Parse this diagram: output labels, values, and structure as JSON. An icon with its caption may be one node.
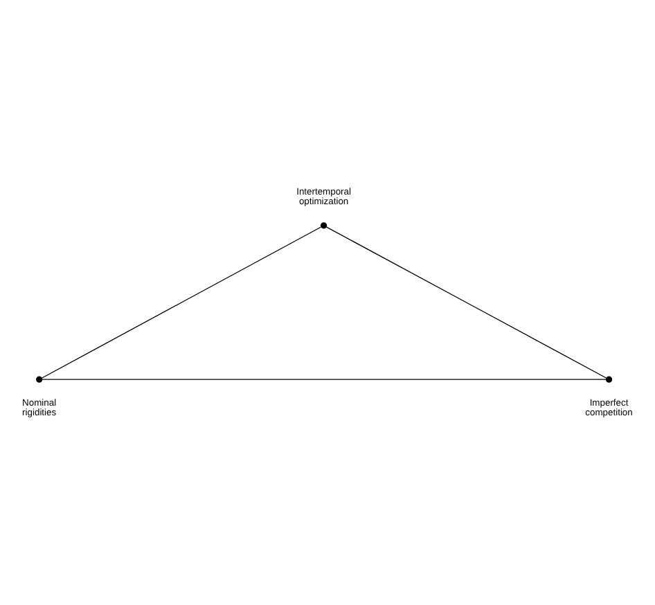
{
  "diagram": {
    "nodes": [
      {
        "text": [],
        "shape": "circle",
        "beside": [
          "Intertemporal optimization"
        ]
      },
      {
        "text": [],
        "shape": "circle",
        "beside": [
          "Nominal rigidities"
        ]
      },
      {
        "text": [],
        "shape": "circle",
        "beside": [
          "Imperfect competition"
        ]
      }
    ],
    "edges": [
      {
        "from": 0,
        "to": 1,
        "arrow": "none"
      },
      {
        "from": 0,
        "to": 2,
        "arrow": "none"
      },
      {
        "from": 1,
        "to": 2,
        "arrow": "none"
      }
    ]
  }
}
